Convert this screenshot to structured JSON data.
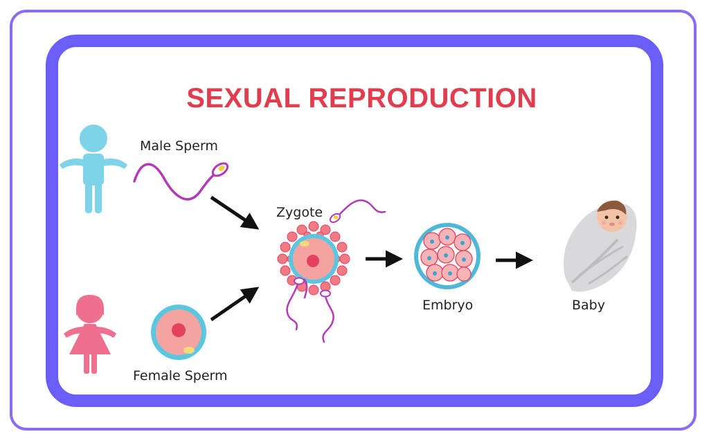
{
  "title": "SEXUAL REPRODUCTION",
  "labels": {
    "male_sperm": "Male Sperm",
    "female_sperm": "Female Sperm",
    "zygote": "Zygote",
    "embryo": "Embryo",
    "baby": "Baby"
  },
  "colors": {
    "frame_outer": "#8b6cf0",
    "frame_inner": "#6a5ef7",
    "title": "#e23d4f",
    "male_figure": "#7dd3e8",
    "female_figure": "#ef6f8e",
    "cell_membrane": "#5bc6e0",
    "cytoplasm": "#f4a3a0",
    "nucleus": "#e2415f",
    "sperm_tail": "#b23ab8",
    "arrow": "#111111"
  },
  "icons": [
    "male-figure-icon",
    "female-figure-icon",
    "sperm-icon",
    "egg-cell-icon",
    "zygote-icon",
    "embryo-icon",
    "baby-icon",
    "arrow-icon"
  ]
}
